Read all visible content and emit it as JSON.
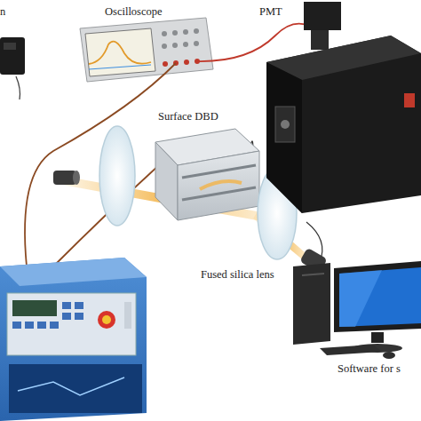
{
  "diagram": {
    "labels": [
      "n",
      "Oscilloscope",
      "PMT",
      "Surface DBD",
      "Fused silica lens",
      "Software for s"
    ]
  }
}
